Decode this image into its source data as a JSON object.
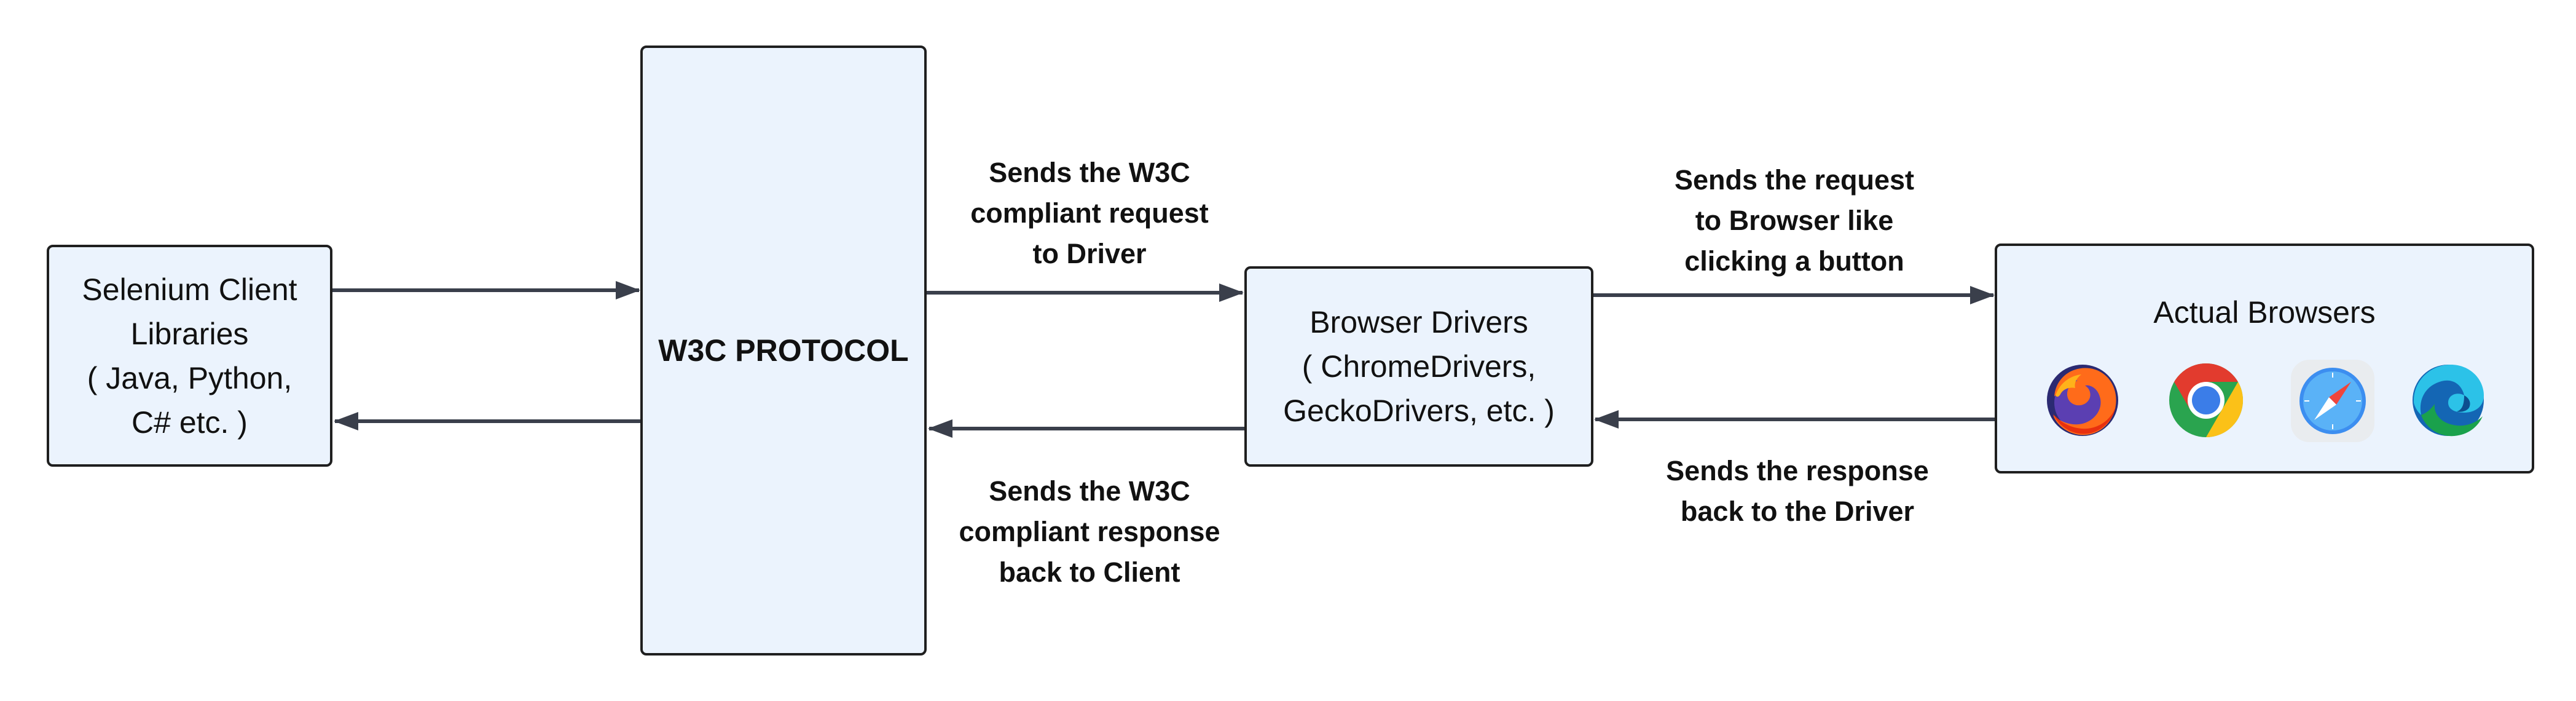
{
  "nodes": {
    "client": {
      "lines": [
        "Selenium Client",
        "Libraries",
        "( Java, Python,",
        "C# etc. )"
      ]
    },
    "protocol": {
      "label": "W3C PROTOCOL"
    },
    "drivers": {
      "lines": [
        "Browser Drivers",
        "( ChromeDrivers,",
        "GeckoDrivers, etc. )"
      ]
    },
    "browsers": {
      "title": "Actual Browsers",
      "icons": [
        "firefox-icon",
        "chrome-icon",
        "safari-icon",
        "edge-icon"
      ]
    }
  },
  "edges": {
    "protocol_to_driver": [
      "Sends the W3C",
      "compliant request",
      "to Driver"
    ],
    "driver_to_protocol": [
      "Sends the W3C",
      "compliant response",
      "back to Client"
    ],
    "driver_to_browser": [
      "Sends the request",
      "to Browser like",
      "clicking a button"
    ],
    "browser_to_driver": [
      "Sends the response",
      "back to the Driver"
    ]
  },
  "colors": {
    "box_fill": "#ebf3fd",
    "box_border": "#1f1f1f",
    "arrow": "#3a3f4b"
  }
}
